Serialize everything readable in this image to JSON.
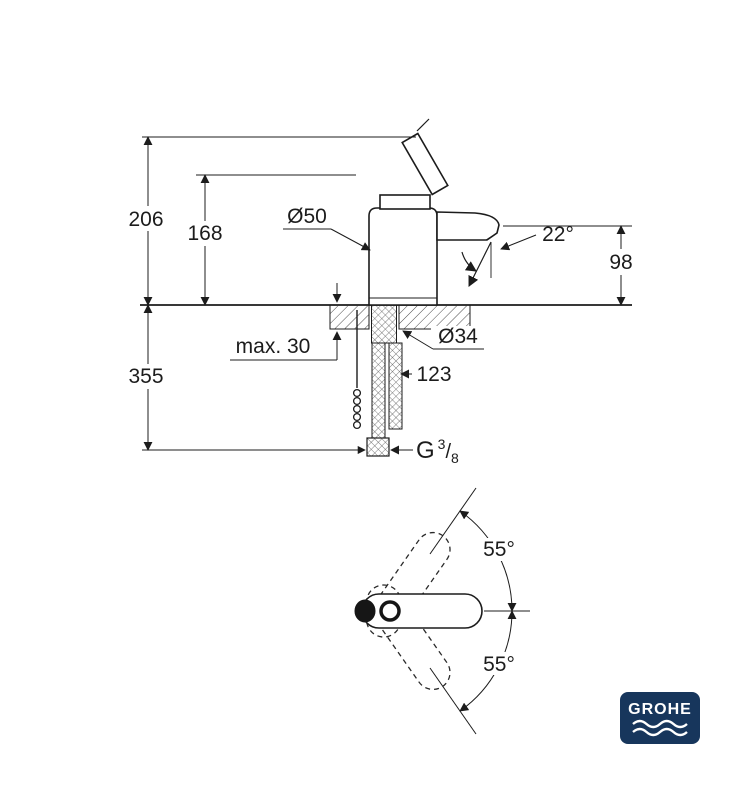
{
  "side_view": {
    "total_height": "206",
    "lever_height": "168",
    "body_diameter": "Ø50",
    "spout_angle": "22°",
    "spout_height": "98",
    "below_deck_length": "355",
    "max_deck_thickness": "max. 30",
    "hole_diameter": "Ø34",
    "hose_dim": "123",
    "thread": {
      "prefix": "G",
      "numerator": "3",
      "slash": "/",
      "denominator": "8"
    }
  },
  "top_view": {
    "swing_angle_up": "55°",
    "swing_angle_down": "55°"
  },
  "logo": {
    "brand": "GROHE",
    "bg_color": "#17365c"
  }
}
